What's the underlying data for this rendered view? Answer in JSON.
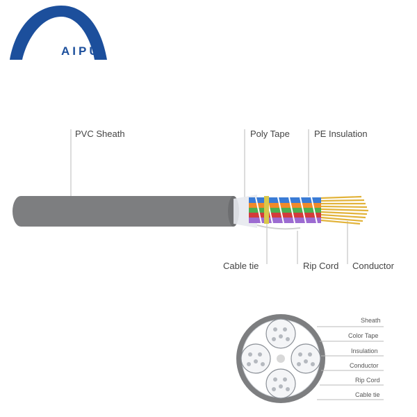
{
  "brand": {
    "name": "AIPU",
    "logo_color": "#1c4f9c"
  },
  "side_view_labels": {
    "pvc_sheath": "PVC Sheath",
    "poly_tape": "Poly Tape",
    "pe_insulation": "PE Insulation",
    "cable_tie": "Cable tie",
    "rip_cord": "Rip Cord",
    "conductor": "Conductor"
  },
  "cross_section_labels": {
    "sheath": "Sheath",
    "color_tape": "Color Tape",
    "insulation": "Insulation",
    "conductor": "Conductor",
    "rip_cord": "Rip Cord",
    "cable_tie": "Cable tie"
  },
  "colors": {
    "sheath": "#7d7e80",
    "conductor": "#e2b33a",
    "leader": "#b9b9b9"
  }
}
